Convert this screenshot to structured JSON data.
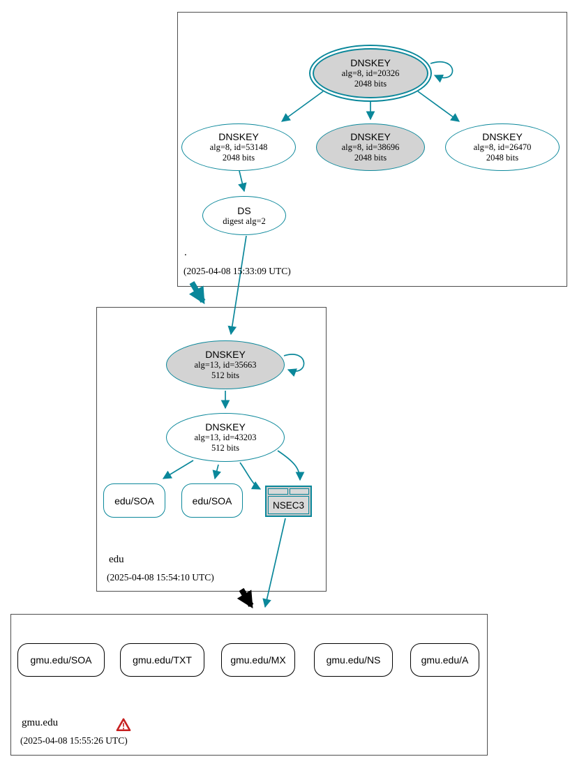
{
  "colors": {
    "secure_teal": "#0a879a",
    "node_fill_gray": "#d3d3d3",
    "insecure_black": "#000000",
    "warning_red": "#c62020",
    "box_border": "#4d4d4d"
  },
  "zones": {
    "root": {
      "name": ".",
      "timestamp": "(2025-04-08 15:33:09 UTC)",
      "ksk": {
        "title": "DNSKEY",
        "detail1": "alg=8, id=20326",
        "detail2": "2048 bits"
      },
      "zsk_left": {
        "title": "DNSKEY",
        "detail1": "alg=8, id=53148",
        "detail2": "2048 bits"
      },
      "zsk_mid": {
        "title": "DNSKEY",
        "detail1": "alg=8, id=38696",
        "detail2": "2048 bits"
      },
      "zsk_right": {
        "title": "DNSKEY",
        "detail1": "alg=8, id=26470",
        "detail2": "2048 bits"
      },
      "ds": {
        "title": "DS",
        "detail1": "digest alg=2"
      }
    },
    "edu": {
      "name": "edu",
      "timestamp": "(2025-04-08 15:54:10 UTC)",
      "ksk": {
        "title": "DNSKEY",
        "detail1": "alg=13, id=35663",
        "detail2": "512 bits"
      },
      "zsk": {
        "title": "DNSKEY",
        "detail1": "alg=13, id=43203",
        "detail2": "512 bits"
      },
      "rrset1": "edu/SOA",
      "rrset2": "edu/SOA",
      "nsec3_label": "NSEC3"
    },
    "gmu": {
      "name": "gmu.edu",
      "timestamp": "(2025-04-08 15:55:26 UTC)",
      "rrsets": [
        "gmu.edu/SOA",
        "gmu.edu/TXT",
        "gmu.edu/MX",
        "gmu.edu/NS",
        "gmu.edu/A"
      ]
    }
  }
}
